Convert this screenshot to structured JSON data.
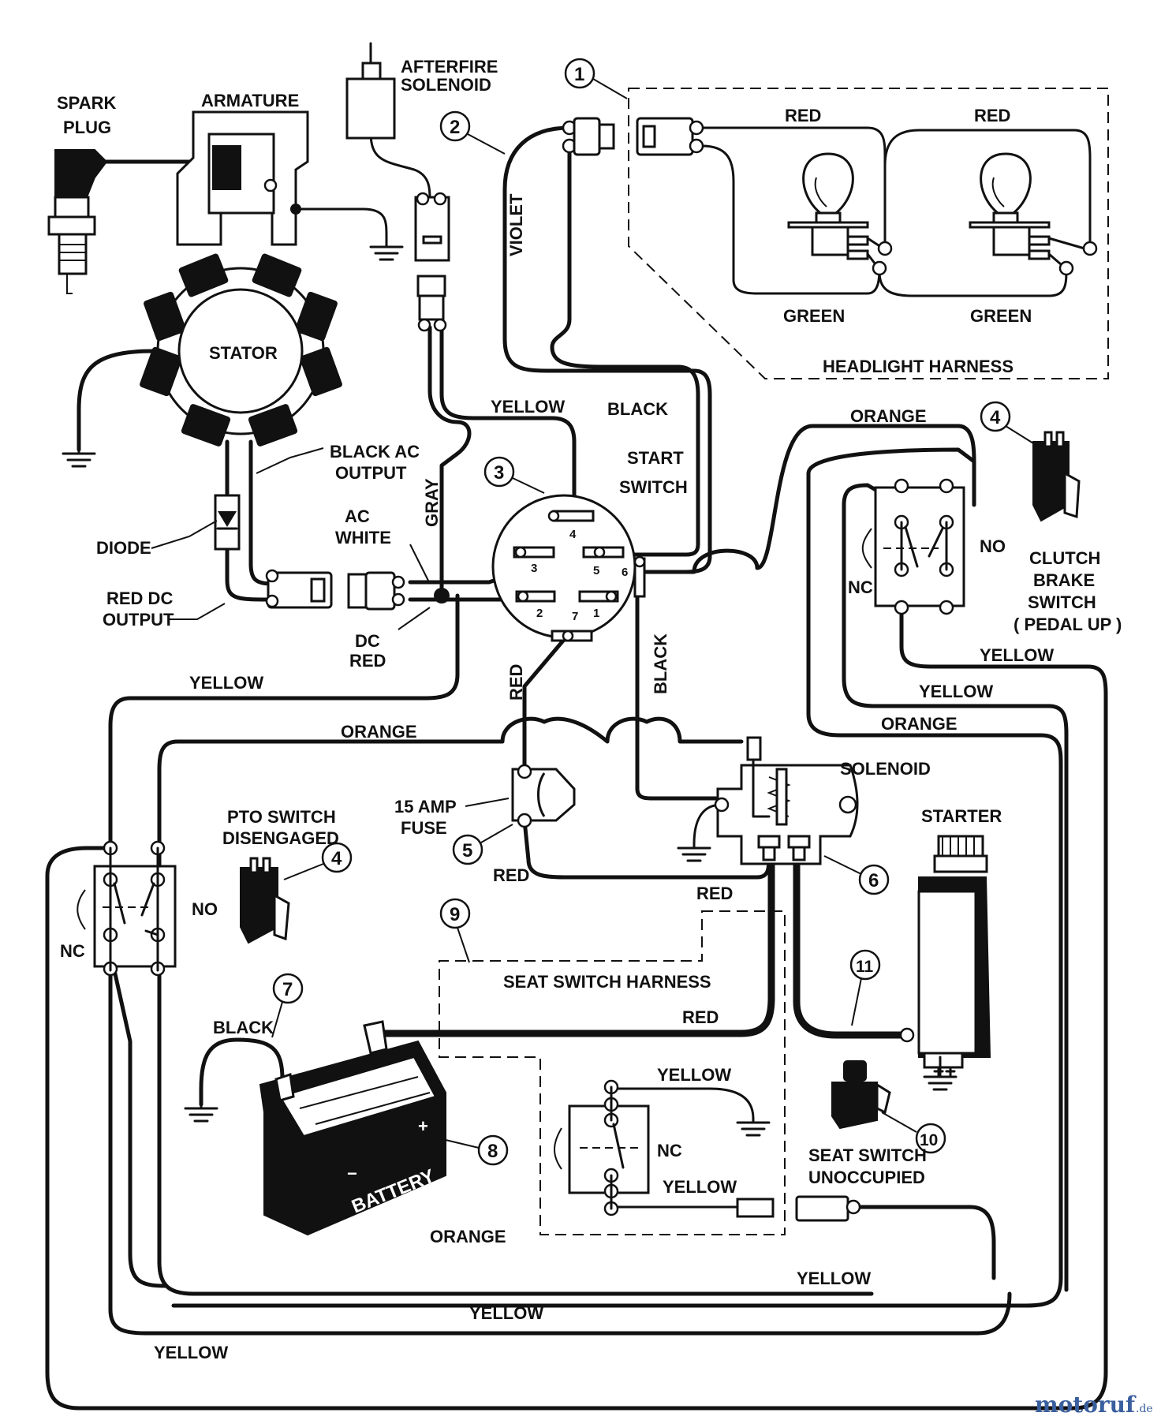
{
  "labels": {
    "spark_plug_1": "SPARK",
    "spark_plug_2": "PLUG",
    "armature": "ARMATURE",
    "afterfire_1": "AFTERFIRE",
    "afterfire_2": "SOLENOID",
    "stator": "STATOR",
    "black_ac_1": "BLACK AC",
    "black_ac_2": "OUTPUT",
    "diode": "DIODE",
    "red_dc_1": "RED DC",
    "red_dc_2": "OUTPUT",
    "ac_white_1": "AC",
    "ac_white_2": "WHITE",
    "dc_red_1": "DC",
    "dc_red_2": "RED",
    "gray": "GRAY",
    "violet": "VIOLET",
    "yellow_top": "YELLOW",
    "black_top": "BLACK",
    "start_switch_1": "START",
    "start_switch_2": "SWITCH",
    "red_hl_1": "RED",
    "red_hl_2": "RED",
    "green_hl_1": "GREEN",
    "green_hl_2": "GREEN",
    "headlight_harness": "HEADLIGHT HARNESS",
    "orange_top": "ORANGE",
    "no_clutch": "NO",
    "nc_clutch": "NC",
    "clutch_1": "CLUTCH",
    "clutch_2": "BRAKE",
    "clutch_3": "SWITCH",
    "clutch_4": "( PEDAL UP )",
    "yellow_clutch_1": "YELLOW",
    "yellow_clutch_2": "YELLOW",
    "orange_right": "ORANGE",
    "yellow_left": "YELLOW",
    "orange_mid": "ORANGE",
    "red_vert": "RED",
    "black_vert": "BLACK",
    "solenoid": "SOLENOID",
    "fuse_1": "15 AMP",
    "fuse_2": "FUSE",
    "red_fuse": "RED",
    "red_sol": "RED",
    "pto_1": "PTO SWITCH",
    "pto_2": "DISENGAGED",
    "no_pto": "NO",
    "nc_pto": "NC",
    "starter": "STARTER",
    "seat_harness": "SEAT SWITCH HARNESS",
    "red_bat": "RED",
    "black_bat": "BLACK",
    "battery": "BATTERY",
    "yellow_seat_1": "YELLOW",
    "nc_seat": "NC",
    "yellow_seat_2": "YELLOW",
    "seat_1": "SEAT SWITCH",
    "seat_2": "UNOCCUPIED",
    "orange_bottom": "ORANGE",
    "yellow_b1": "YELLOW",
    "yellow_b2": "YELLOW",
    "yellow_b3": "YELLOW",
    "plus": "+",
    "minus": "−"
  },
  "pins": [
    "4",
    "3",
    "5",
    "6",
    "2",
    "1",
    "7"
  ],
  "callouts": [
    "1",
    "2",
    "3",
    "4",
    "4",
    "5",
    "6",
    "7",
    "8",
    "9",
    "10",
    "11"
  ],
  "watermark": {
    "brand": "motoruf",
    "tld": ".de"
  },
  "icons": [
    "ground-icon",
    "bulb-icon",
    "connector-icon",
    "switch-icon"
  ]
}
